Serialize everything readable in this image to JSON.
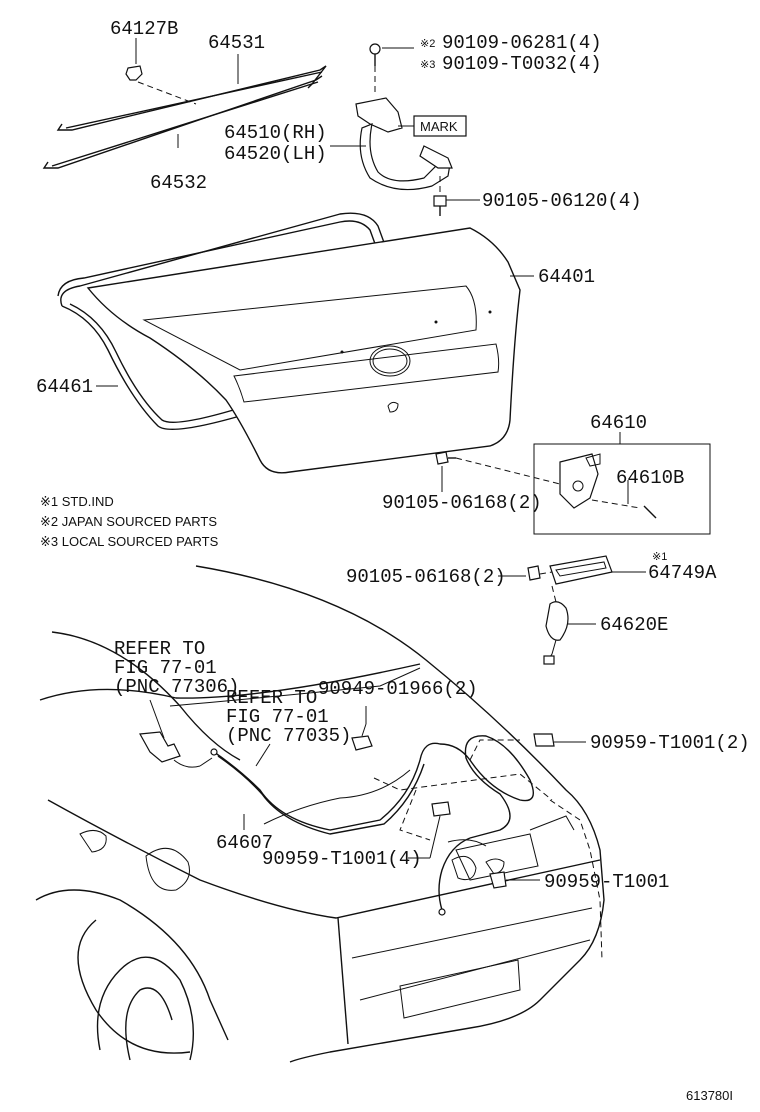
{
  "parts": {
    "p64127B": "64127B",
    "p64531": "64531",
    "p64532": "64532",
    "p90109_06281": "90109-06281(4)",
    "p90109_T0032": "90109-T0032(4)",
    "mark1": "※2",
    "mark2": "※3",
    "mark_box": "MARK",
    "p64510": "64510(RH)",
    "p64520": "64520(LH)",
    "p90105_06120": "90105-06120(4)",
    "p64401": "64401",
    "p64461": "64461",
    "p64610": "64610",
    "p64610B": "64610B",
    "p90105_06168_a": "90105-06168(2)",
    "p90105_06168_b": "90105-06168(2)",
    "mark_std": "※1",
    "p64749A": "64749A",
    "p64620E": "64620E",
    "p90949_01966": "90949-01966(2)",
    "p90959_T1001_2": "90959-T1001(2)",
    "p64607": "64607",
    "p90959_T1001_4": "90959-T1001(4)",
    "p90959_T1001": "90959-T1001"
  },
  "legend": [
    "※1 STD.IND",
    "※2 JAPAN SOURCED PARTS",
    "※3 LOCAL SOURCED PARTS"
  ],
  "refs": {
    "ref1_line1": "REFER TO",
    "ref1_line2": "FIG 77-01",
    "ref1_line3": "(PNC 77306)",
    "ref2_line1": "REFER TO",
    "ref2_line2": "FIG 77-01",
    "ref2_line3": "(PNC 77035)"
  },
  "figure_id": "613780I"
}
